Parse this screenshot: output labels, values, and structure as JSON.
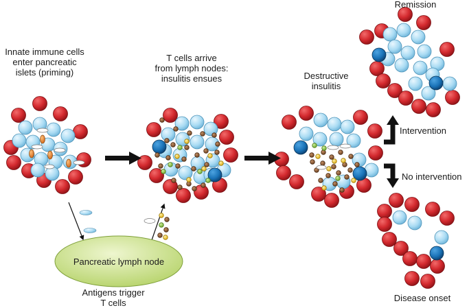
{
  "labels": {
    "stage1": [
      "Innate immune cells",
      "enter pancreatic",
      "islets (priming)"
    ],
    "stage2": [
      "T cells arrive",
      "from lymph nodes:",
      "insulitis ensues"
    ],
    "stage3": [
      "Destructive",
      "insulitis"
    ],
    "remission": "Remission",
    "intervention": "Intervention",
    "no_intervention": "No intervention",
    "disease_onset": "Disease onset",
    "lymph_node": "Pancreatic lymph node",
    "antigens": [
      "Antigens trigger",
      "T cells"
    ]
  },
  "colors": {
    "beta_cell": "#d42a2f",
    "alpha_cell": "#a9dbf3",
    "dendritic_cell": "#1a73b8",
    "macrophage": "#f08a2c",
    "t_cell_brown": "#8a5a35",
    "t_cell_yellow": "#f0c832",
    "t_cell_green": "#8cc63f",
    "lymph_node": "#cfe49a",
    "arrow": "#111111"
  }
}
